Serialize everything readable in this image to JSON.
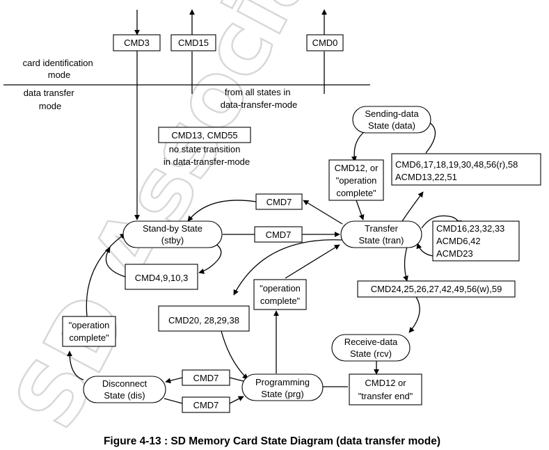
{
  "watermark": "SD Association",
  "modes": {
    "identification": [
      "card identification",
      "mode"
    ],
    "transfer": [
      "data transfer",
      "mode"
    ]
  },
  "from_all_states": [
    "from all states in",
    "data-transfer-mode"
  ],
  "note_no_transition": [
    "CMD13, CMD55",
    "no state transition",
    "in data-transfer-mode"
  ],
  "states": {
    "sending": [
      "Sending-data",
      "State (data)"
    ],
    "standby": [
      "Stand-by State",
      "(stby)"
    ],
    "transfer": [
      "Transfer",
      "State (tran)"
    ],
    "receive": [
      "Receive-data",
      "State (rcv)"
    ],
    "disconnect": [
      "Disconnect",
      "State (dis)"
    ],
    "programming": [
      "Programming",
      "State (prg)"
    ]
  },
  "commands": {
    "cmd3": "CMD3",
    "cmd15": "CMD15",
    "cmd0": "CMD0",
    "cmd7_top": "CMD7",
    "cmd7_mid": "CMD7",
    "cmd7_dis_top": "CMD7",
    "cmd7_dis_bottom": "CMD7",
    "cmd4": "CMD4,9,10,3",
    "cmd12_op": [
      "CMD12, or",
      "\"operation",
      "complete\""
    ],
    "cmd6": [
      "CMD6,17,18,19,30,48,56(r),58",
      "ACMD13,22,51"
    ],
    "cmd16": [
      "CMD16,23,32,33",
      "ACMD6,42",
      "ACMD23"
    ],
    "cmd24": "CMD24,25,26,27,42,49,56(w),59",
    "cmd20": "CMD20, 28,29,38",
    "op_complete_prg": [
      "\"operation",
      "complete\""
    ],
    "op_complete_dis": [
      "\"operation",
      "complete\""
    ],
    "cmd12_transfer_end": [
      "CMD12 or",
      "\"transfer end\""
    ]
  },
  "caption": "Figure 4-13 : SD Memory Card State Diagram (data transfer mode)"
}
